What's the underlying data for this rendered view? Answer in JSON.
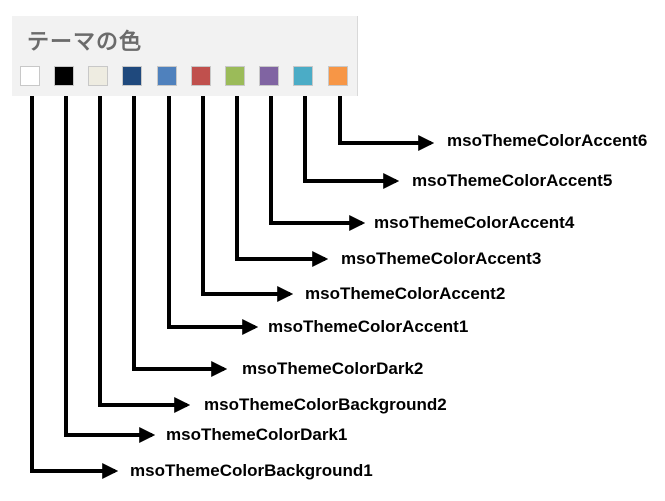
{
  "panel": {
    "title": "テーマの色"
  },
  "swatches": [
    {
      "name": "msoThemeColorBackground1",
      "color": "#ffffff"
    },
    {
      "name": "msoThemeColorDark1",
      "color": "#000000"
    },
    {
      "name": "msoThemeColorBackground2",
      "color": "#eeece1"
    },
    {
      "name": "msoThemeColorDark2",
      "color": "#1f497d"
    },
    {
      "name": "msoThemeColorAccent1",
      "color": "#4f81bd"
    },
    {
      "name": "msoThemeColorAccent2",
      "color": "#c0504d"
    },
    {
      "name": "msoThemeColorAccent3",
      "color": "#9bbb59"
    },
    {
      "name": "msoThemeColorAccent4",
      "color": "#8064a2"
    },
    {
      "name": "msoThemeColorAccent5",
      "color": "#4bacc6"
    },
    {
      "name": "msoThemeColorAccent6",
      "color": "#f79646"
    }
  ],
  "line_color": "#000000"
}
